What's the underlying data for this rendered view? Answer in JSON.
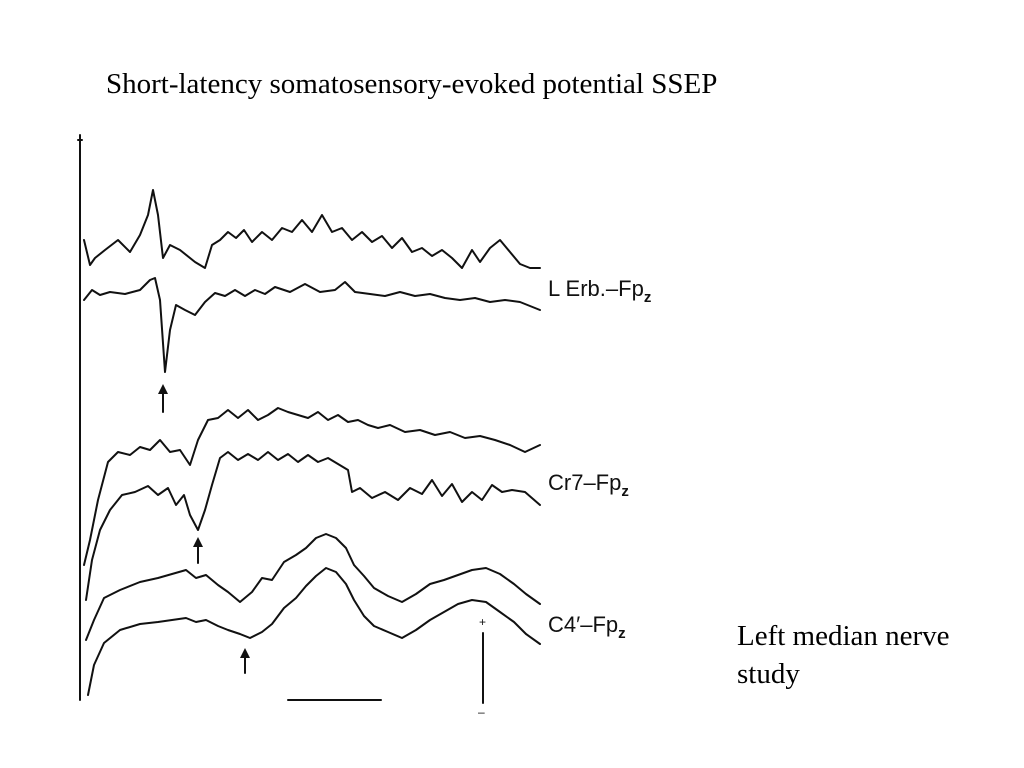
{
  "slide": {
    "title": "Short-latency somatosensory-evoked potential SSEP",
    "caption_lines": [
      "Left median nerve",
      "study"
    ]
  },
  "figure": {
    "leads": [
      {
        "prefix": "L Erb",
        "name": ".–Fp",
        "subscript": "z"
      },
      {
        "prefix": "",
        "name": "Cr7–Fp",
        "subscript": "z"
      },
      {
        "prefix": "",
        "name": "C4′–Fp",
        "subscript": "z"
      }
    ],
    "voltage_scale": {
      "plus": "+",
      "minus": "–"
    }
  },
  "colors": {
    "ink": "#111111",
    "background": "#ffffff"
  }
}
